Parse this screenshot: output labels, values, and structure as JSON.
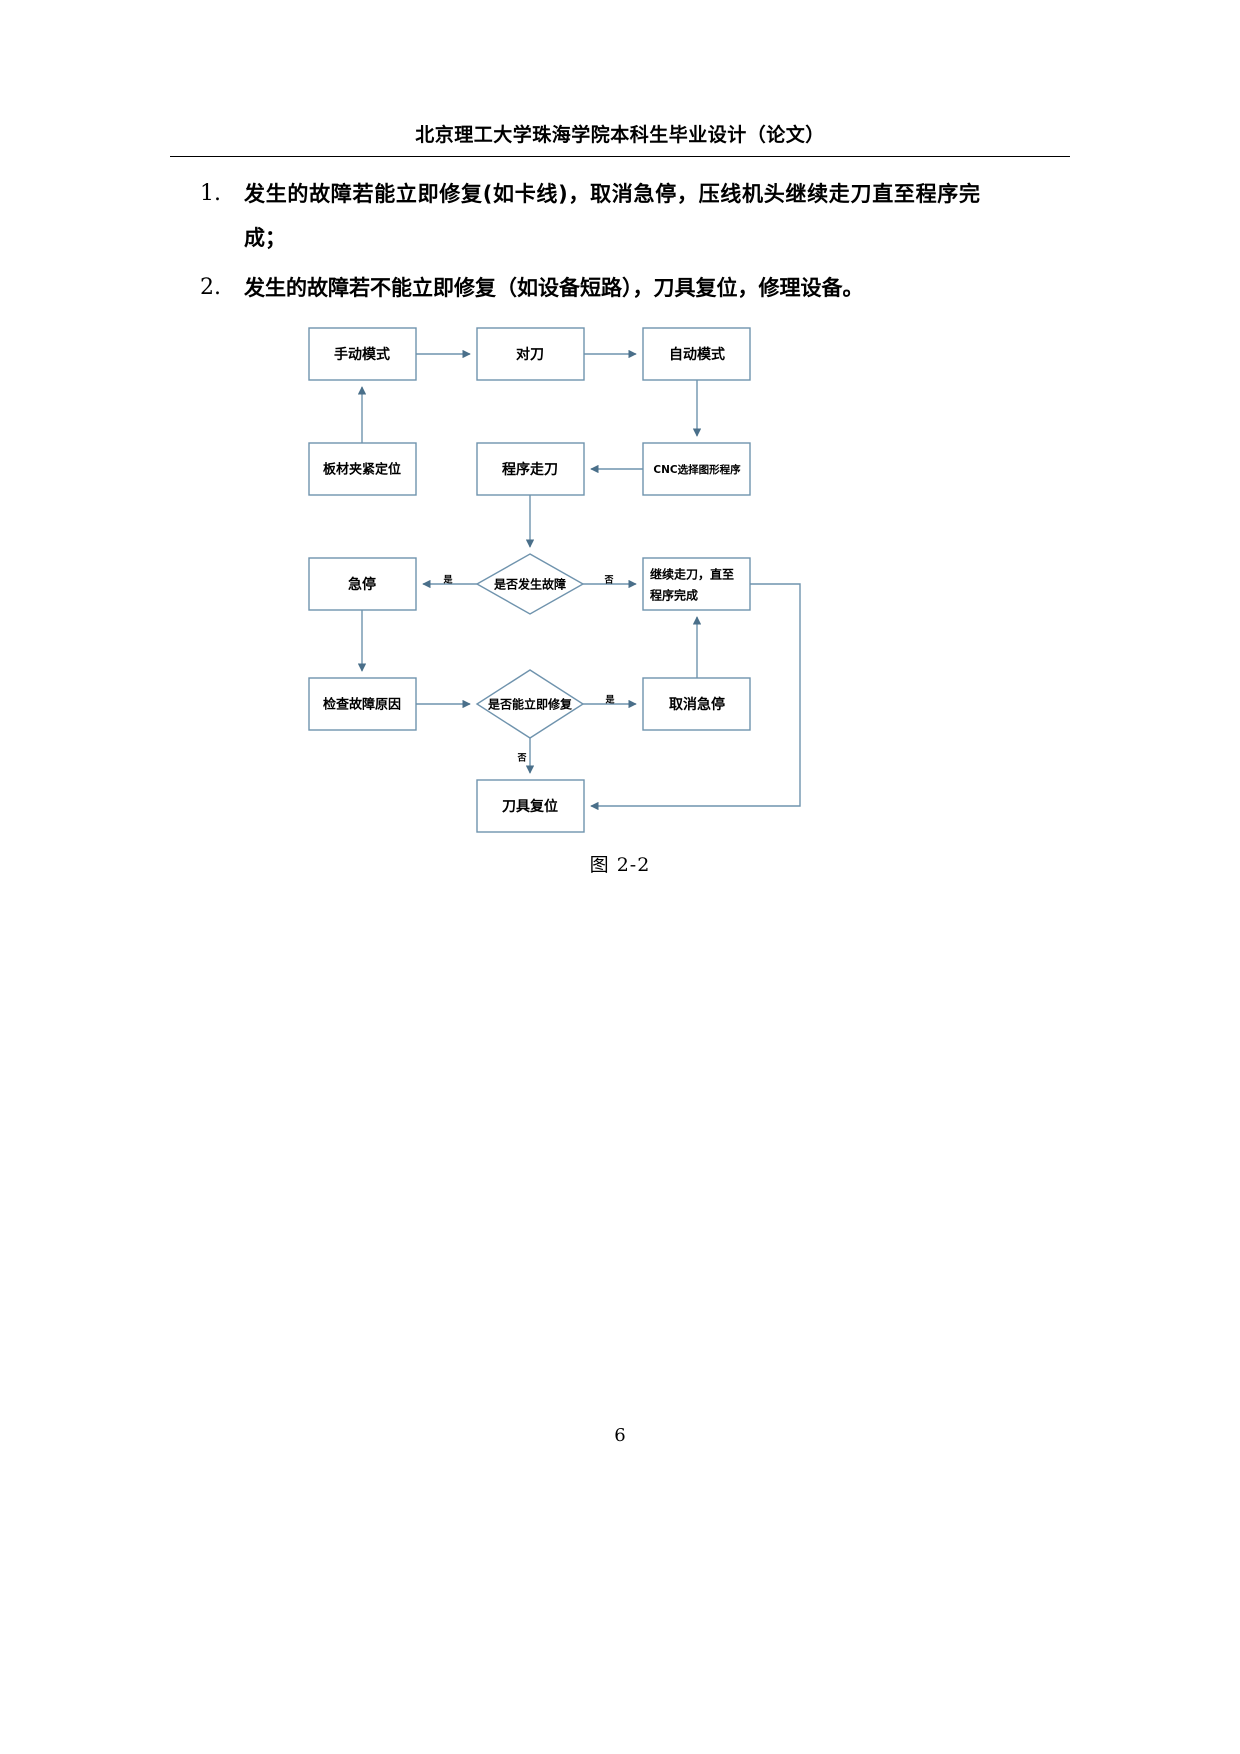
{
  "header": {
    "title": "北京理工大学珠海学院本科生毕业设计（论文）"
  },
  "body": {
    "items": [
      {
        "num": "1.",
        "text": "发生的故障若能立即修复(如卡线)，取消急停，压线机头继续走刀直至程序完成；"
      },
      {
        "num": "2.",
        "text": "发生的故障若不能立即修复（如设备短路），刀具复位，修理设备。"
      }
    ]
  },
  "figure": {
    "caption": "图 2-2",
    "stroke_color": "#6f93ad",
    "arrow_color": "#4a6f8a",
    "nodes": {
      "manual_mode": "手动模式",
      "tool_setting": "对刀",
      "auto_mode": "自动模式",
      "plate_clamp": "板材夹紧定位",
      "program_run": "程序走刀",
      "cnc_select": "CNC选择图形程序",
      "emergency_stop": "急停",
      "fault_decision": "是否发生故障",
      "continue_line1": "继续走刀，直至",
      "continue_line2": "程序完成",
      "check_cause": "检查故障原因",
      "repair_decision": "是否能立即修复",
      "cancel_stop": "取消急停",
      "tool_reset": "刀具复位"
    },
    "edge_labels": {
      "fault_yes": "是",
      "fault_no": "否",
      "repair_yes": "是",
      "repair_no": "否"
    }
  },
  "footer": {
    "page_number": "6"
  }
}
